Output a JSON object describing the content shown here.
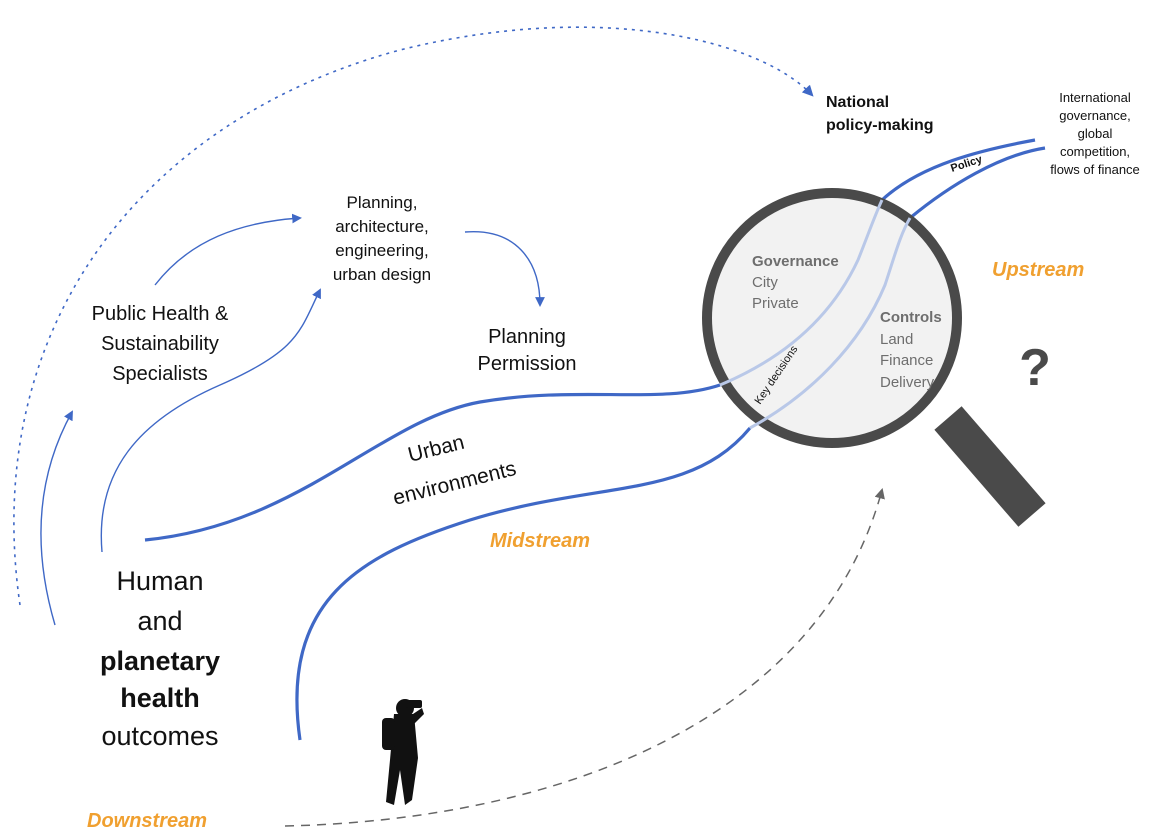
{
  "labels": {
    "national_policy_line1": "National",
    "national_policy_line2": "policy-making",
    "international_line1": "International",
    "international_line2": "governance,",
    "international_line3": "global",
    "international_line4": "competition,",
    "international_line5": "flows of finance",
    "policy": "Policy",
    "planning_line1": "Planning,",
    "planning_line2": "architecture,",
    "planning_line3": "engineering,",
    "planning_line4": "urban design",
    "planning_permission_line1": "Planning",
    "planning_permission_line2": "Permission",
    "public_health_line1": "Public Health &",
    "public_health_line2": "Sustainability",
    "public_health_line3": "Specialists",
    "urban_line1": "Urban",
    "urban_line2": "environments",
    "governance": "Governance",
    "governance_city": "City",
    "governance_private": "Private",
    "controls": "Controls",
    "controls_land": "Land",
    "controls_finance": "Finance",
    "controls_delivery": "Delivery",
    "key_decisions": "Key decisions",
    "question_mark": "?",
    "outcomes_line1": "Human",
    "outcomes_line2": "and",
    "outcomes_line3": "planetary",
    "outcomes_line4": "health",
    "outcomes_line5": "outcomes"
  },
  "stages": {
    "upstream": "Upstream",
    "midstream": "Midstream",
    "downstream": "Downstream"
  },
  "colors": {
    "river_blue": "#3f68c6",
    "stage_orange": "#f0a030",
    "lens_frame": "#4a4a4a",
    "dashed_grey": "#666666"
  },
  "icons": {
    "observer": "person-with-binoculars-icon",
    "lens": "magnifying-glass-icon"
  }
}
